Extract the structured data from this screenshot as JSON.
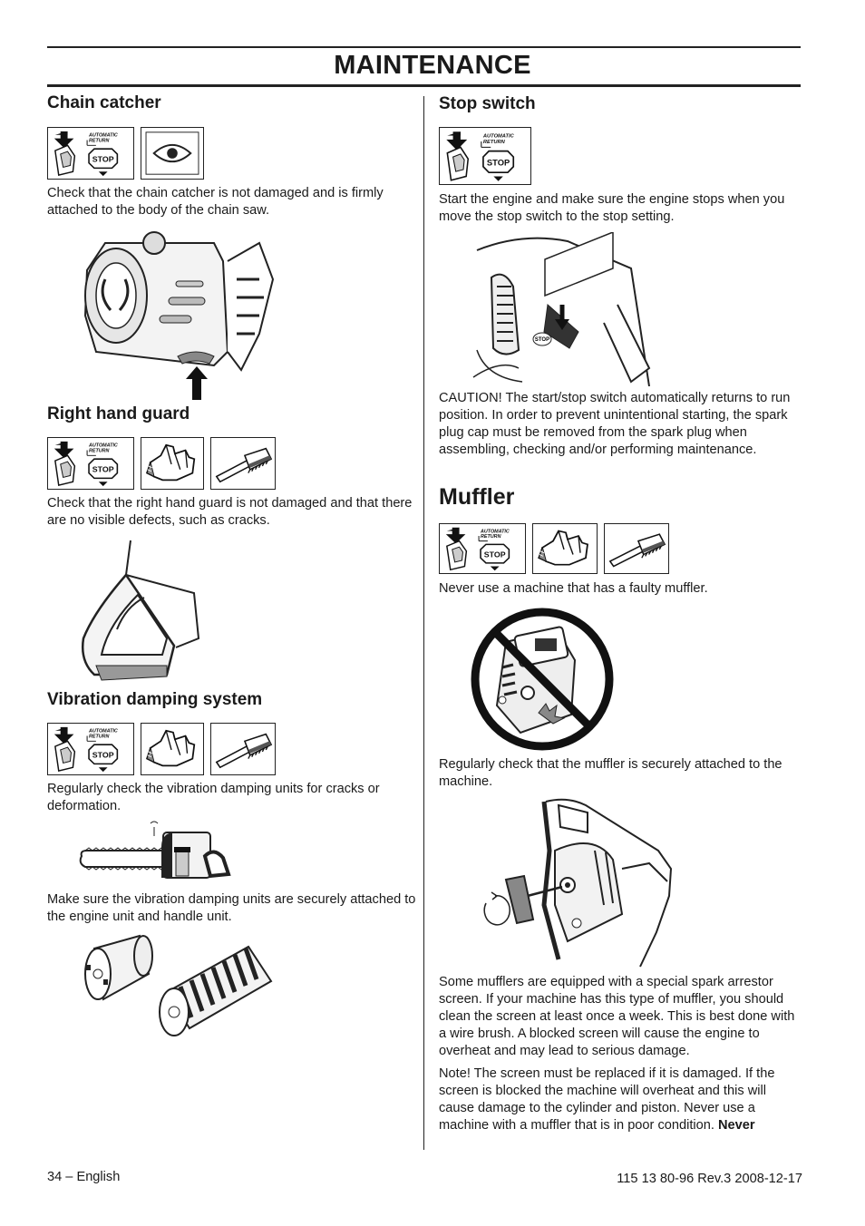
{
  "header": {
    "title": "MAINTENANCE"
  },
  "left": {
    "chain_catcher": {
      "heading": "Chain catcher",
      "icons": [
        "automatic-return-stop",
        "eye"
      ],
      "icon_text": {
        "auto": "AUTOMATIC",
        "ret": "RETURN",
        "stop": "STOP"
      },
      "text": "Check that the chain catcher is not damaged and is firmly attached to the body of the chain saw."
    },
    "right_hand_guard": {
      "heading": "Right hand guard",
      "icons": [
        "automatic-return-stop",
        "glove",
        "brush"
      ],
      "text": "Check that the right hand guard is not damaged and that there are no visible defects, such as cracks."
    },
    "vibration_damping": {
      "heading": "Vibration damping system",
      "icons": [
        "automatic-return-stop",
        "glove",
        "brush"
      ],
      "text1": "Regularly check the vibration damping units for cracks or deformation.",
      "text2": "Make sure the vibration damping units are securely attached to the engine unit and handle unit."
    }
  },
  "right": {
    "stop_switch": {
      "heading": "Stop switch",
      "icons": [
        "automatic-return-stop"
      ],
      "text1": "Start the engine and make sure the engine stops when you move the stop switch to the stop setting.",
      "illustration_label": "STOP",
      "text2": "CAUTION! The start/stop switch automatically returns to run position. In order to prevent unintentional starting, the spark plug cap must be removed from the spark plug when assembling, checking and/or performing maintenance."
    },
    "muffler": {
      "heading": "Muffler",
      "icons": [
        "automatic-return-stop",
        "glove",
        "brush"
      ],
      "text1": "Never use a machine that has a faulty muffler.",
      "text2": "Regularly check that the muffler is securely attached to the machine.",
      "text3": "Some mufflers are equipped with a special spark arrestor screen. If your machine has this type of muffler, you should clean the screen at least once a week. This is best done with a wire brush. A blocked screen will cause the engine to overheat and may lead to serious damage.",
      "text4_main": "Note! The screen must be replaced if it is damaged. If the screen is blocked the machine will overheat and this will cause damage to the cylinder and piston. Never use a machine with a muffler that is in poor condition. ",
      "text4_bold": "Never"
    }
  },
  "footer": {
    "page": "34 – English",
    "doc_id": "115 13 80-96 Rev.3 2008-12-17"
  }
}
